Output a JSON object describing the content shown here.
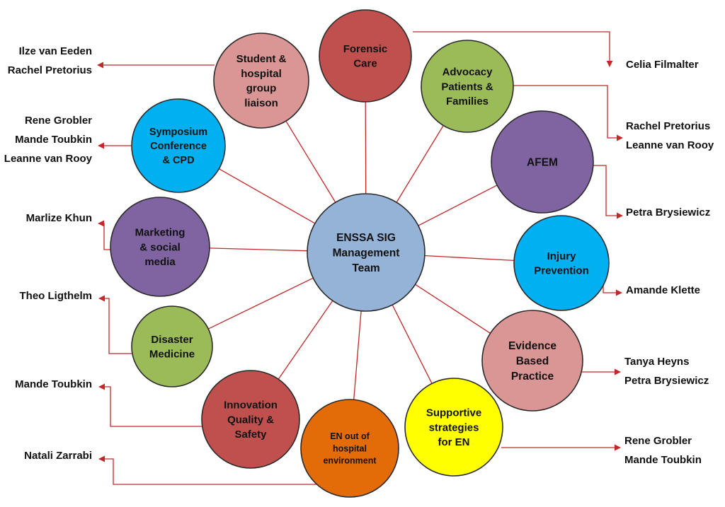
{
  "colors": {
    "connector": "#c0282a",
    "outline": "#2a2a2a"
  },
  "center": {
    "lines": [
      "ENSSA SIG",
      "Management",
      "Team"
    ],
    "color": "#95b3d7"
  },
  "groups": [
    {
      "id": "forensic",
      "lines": [
        "Forensic",
        "Care"
      ],
      "color": "#c0504d",
      "members": [
        "Celia Filmalter"
      ]
    },
    {
      "id": "advocacy",
      "lines": [
        "Advocacy",
        "Patients &",
        "Families"
      ],
      "color": "#9bbb59",
      "members": [
        "Rachel Pretorius",
        "Leanne van Rooy"
      ]
    },
    {
      "id": "afem",
      "lines": [
        "AFEM"
      ],
      "color": "#8064a2",
      "members": [
        "Petra Brysiewicz"
      ]
    },
    {
      "id": "injury",
      "lines": [
        "Injury",
        "Prevention"
      ],
      "color": "#00b0f0",
      "members": [
        "Amande Klette"
      ]
    },
    {
      "id": "evidence",
      "lines": [
        "Evidence",
        "Based",
        "Practice"
      ],
      "color": "#d99694",
      "members": [
        "Tanya Heyns",
        "Petra Brysiewicz"
      ]
    },
    {
      "id": "supportive",
      "lines": [
        "Supportive",
        "strategies",
        "for EN"
      ],
      "color": "#ffff00",
      "members": [
        "Rene Grobler",
        "Mande Toubkin"
      ]
    },
    {
      "id": "en-out",
      "lines": [
        "EN out of",
        "hospital",
        "environment"
      ],
      "color": "#e36c09",
      "members": [
        "Natali Zarrabi"
      ]
    },
    {
      "id": "innovation",
      "lines": [
        "Innovation",
        "Quality &",
        "Safety"
      ],
      "color": "#c0504d",
      "members": [
        "Mande Toubkin"
      ]
    },
    {
      "id": "disaster",
      "lines": [
        "Disaster",
        "Medicine"
      ],
      "color": "#9bbb59",
      "members": [
        "Theo Ligthelm"
      ]
    },
    {
      "id": "marketing",
      "lines": [
        "Marketing",
        "& social",
        "media"
      ],
      "color": "#8064a2",
      "members": [
        "Marlize Khun"
      ]
    },
    {
      "id": "symposium",
      "lines": [
        "Symposium",
        "Conference",
        "& CPD"
      ],
      "color": "#00b0f0",
      "members": [
        "Rene Grobler",
        "Mande Toubkin",
        "Leanne van Rooy"
      ]
    },
    {
      "id": "student",
      "lines": [
        "Student &",
        "hospital",
        "group",
        "liaison"
      ],
      "color": "#d99694",
      "members": [
        "Ilze van Eeden",
        "Rachel Pretorius"
      ]
    }
  ]
}
